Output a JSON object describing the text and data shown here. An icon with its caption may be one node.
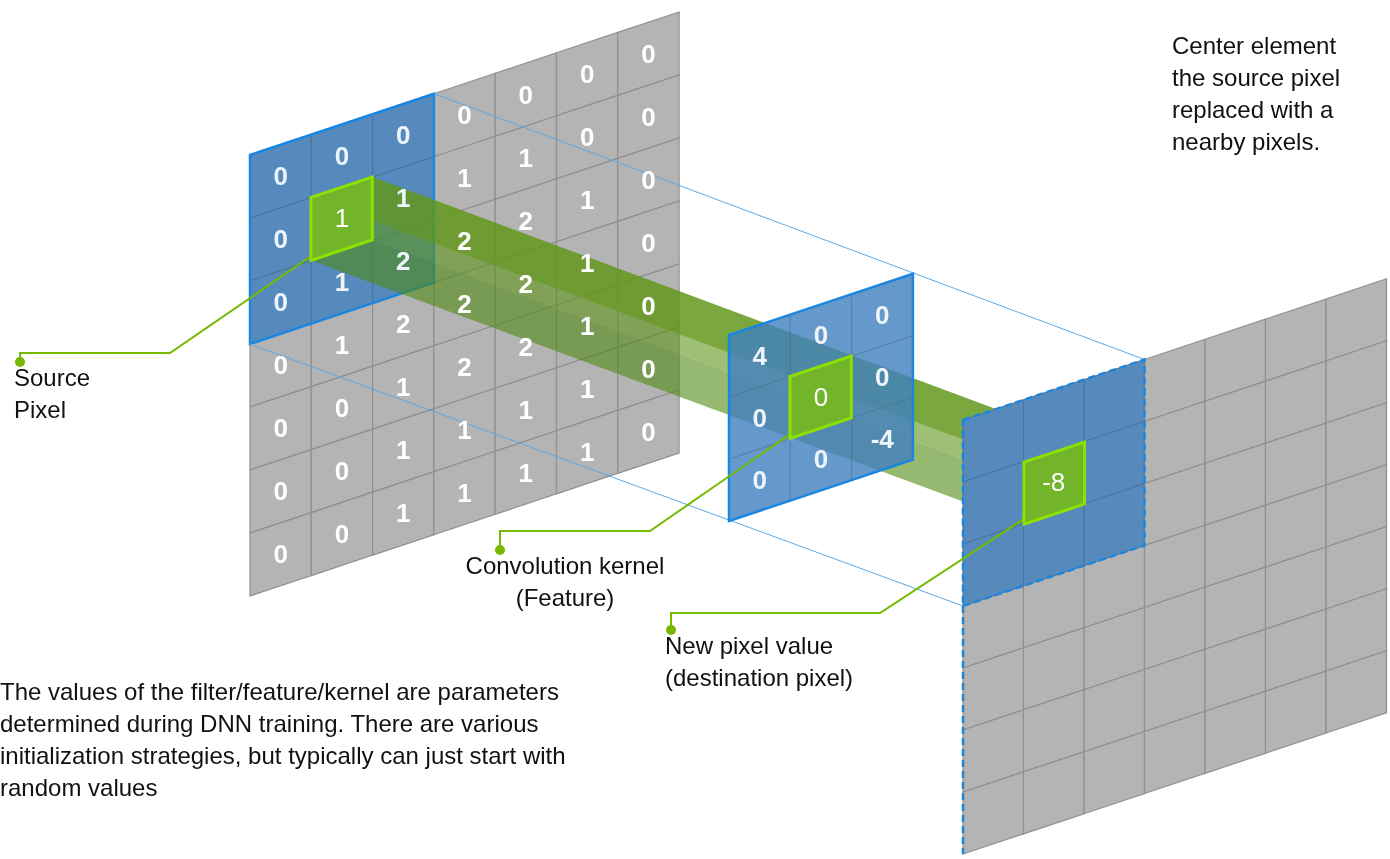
{
  "diagram": {
    "nodes": [
      {
        "text": [
          "Source Pixel"
        ]
      },
      {
        "text": [
          "1"
        ]
      },
      {
        "text": [
          "Convolution kernel (Feature)"
        ]
      },
      {
        "text": [
          "0"
        ]
      },
      {
        "text": [
          "New pixel value (destination pixel)"
        ]
      },
      {
        "text": [
          "-8"
        ]
      }
    ],
    "edges": [
      {
        "from": 0,
        "to": 1,
        "arrow": "other"
      },
      {
        "from": 2,
        "to": 3,
        "arrow": "other"
      },
      {
        "from": 4,
        "to": 5,
        "arrow": "other"
      }
    ],
    "labels": [
      "Center element the source pixel replaced with a nearby pixels.",
      "0",
      "0",
      "0",
      "0",
      "0",
      "0",
      "0",
      "0",
      "1",
      "1",
      "1",
      "0",
      "0",
      "0",
      "1",
      "2",
      "2",
      "2",
      "1",
      "0",
      "0",
      "1",
      "2",
      "2",
      "2",
      "1",
      "0",
      "0",
      "0",
      "1",
      "2",
      "2",
      "1",
      "0",
      "0",
      "0",
      "1",
      "1",
      "1",
      "1",
      "0",
      "0",
      "0",
      "1",
      "1",
      "1",
      "1",
      "0",
      "4",
      "0",
      "0",
      "0",
      "0",
      "0",
      "0",
      "-4",
      "The values of the filter/feature/kernel are parameters determined during DNN training. There are various initialization strategies, but typically can just start with random values"
    ]
  }
}
